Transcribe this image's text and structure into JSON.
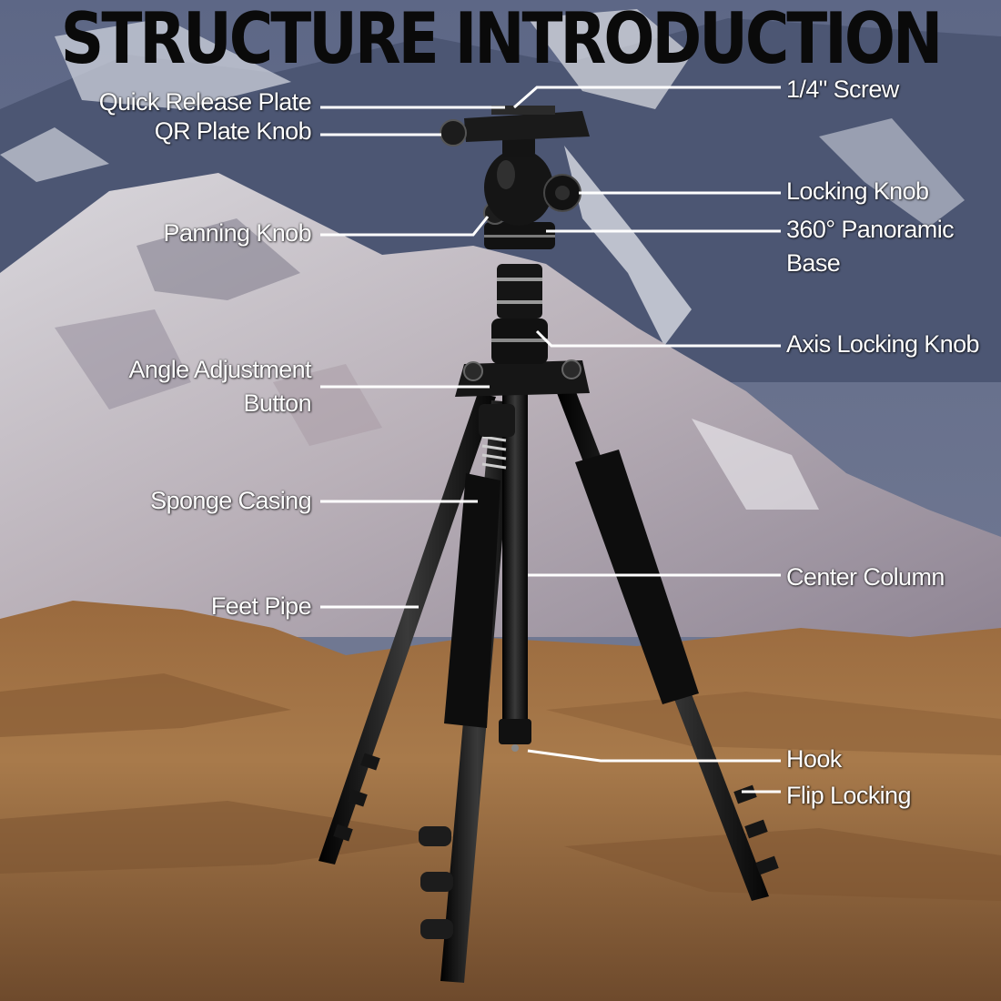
{
  "title": "STRUCTURE INTRODUCTION",
  "labels": {
    "quick_release_plate": "Quick Release Plate",
    "qr_plate_knob": "QR Plate Knob",
    "screw": "1/4\" Screw",
    "locking_knob": "Locking Knob",
    "panning_knob": "Panning Knob",
    "panoramic_base_line1": "360° Panoramic",
    "panoramic_base_line2": "Base",
    "axis_locking_knob": "Axis Locking Knob",
    "angle_adjustment_line1": "Angle Adjustment",
    "angle_adjustment_line2": "Button",
    "sponge_casing": "Sponge Casing",
    "center_column": "Center Column",
    "feet_pipe": "Feet Pipe",
    "hook": "Hook",
    "flip_locking": "Flip Locking"
  },
  "colors": {
    "title": "#0a0a0a",
    "label_text": "#ffffff",
    "leader_line": "#ffffff",
    "tripod": "#111111"
  }
}
